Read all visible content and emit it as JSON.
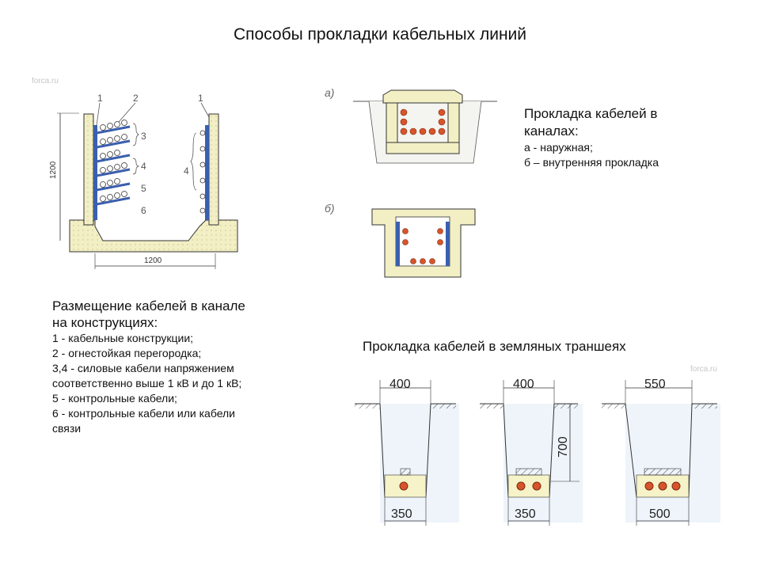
{
  "title": "Способы прокладки кабельных линий",
  "watermark": "forca.ru",
  "canal_section": {
    "heading_line1": "Прокладка кабелей в",
    "heading_line2": "каналах:",
    "item_a": "а  -  наружная;",
    "item_b": "б – внутренняя прокладка",
    "label_a": "а)",
    "label_b": "б)"
  },
  "left_diagram": {
    "height_dim": "1200",
    "width_dim": "1200",
    "callouts": [
      "1",
      "2",
      "3",
      "4",
      "5",
      "6",
      "1",
      "4"
    ]
  },
  "left_caption": {
    "heading_line1": "Размещение кабелей в канале",
    "heading_line2": "на конструкциях:",
    "lines": [
      "1 - кабельные конструкции;",
      "2 - огнестойкая перегородка;",
      "3,4 - силовые кабели напряжением",
      "соответственно выше 1 кВ и до 1 кВ;",
      "5  - контрольные кабели;",
      "6 - контрольные кабели или кабели",
      "связи"
    ]
  },
  "trench_section": {
    "title": "Прокладка кабелей в земляных траншеях",
    "depth_dim": "700",
    "trenches": [
      {
        "top_width": "400",
        "bottom_width": "350",
        "cables": 1
      },
      {
        "top_width": "400",
        "bottom_width": "350",
        "cables": 2
      },
      {
        "top_width": "550",
        "bottom_width": "500",
        "cables": 3
      }
    ]
  },
  "colors": {
    "concrete_fill": "#f2efc4",
    "steel_blue": "#3a5fae",
    "cable_red": "#d8542a",
    "soil_hatch": "#444444",
    "trench_shade": "#eef4fa"
  }
}
